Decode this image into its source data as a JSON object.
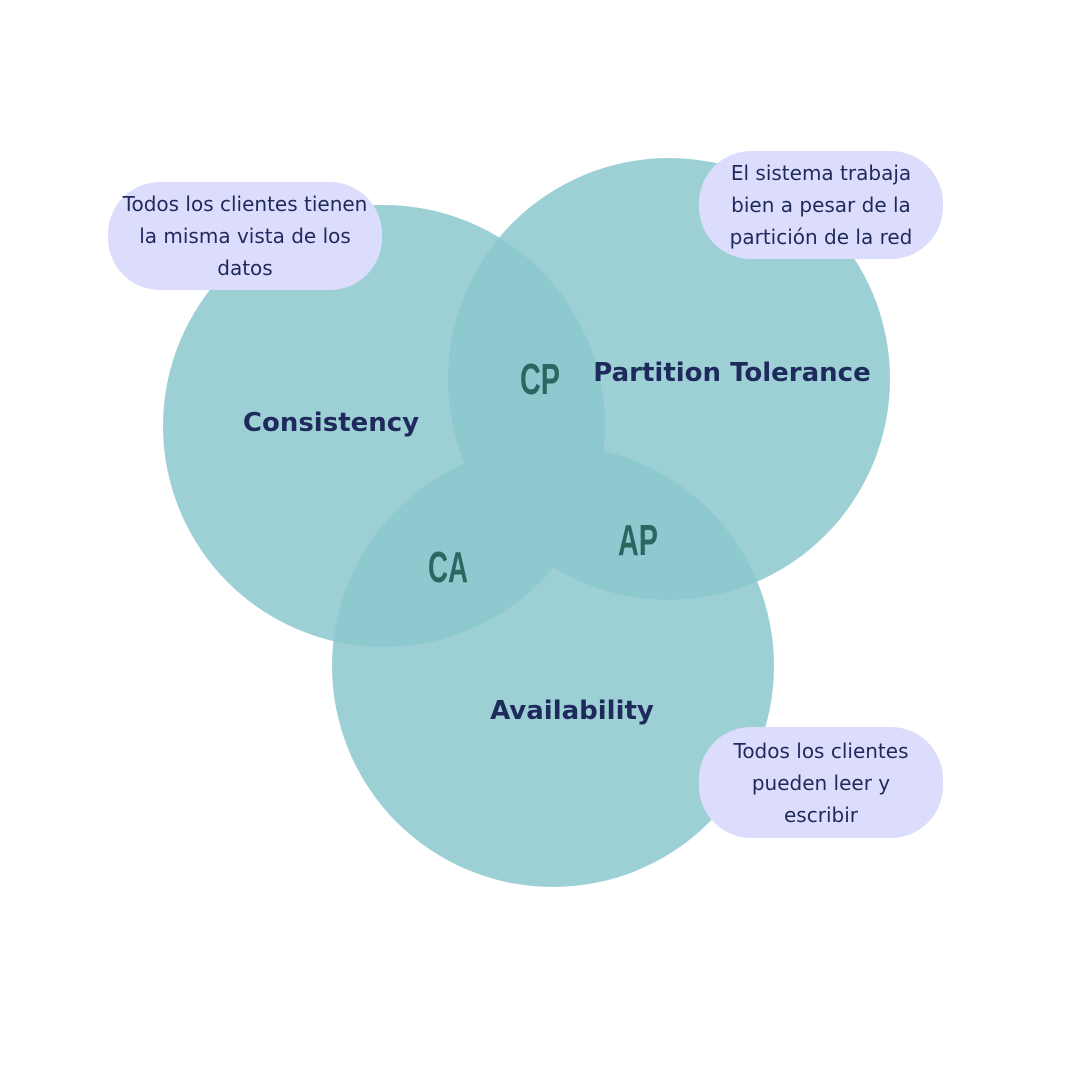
{
  "diagram": {
    "type": "venn",
    "circle_color": "#8cc8ce",
    "callout_color": "#dcdcfd",
    "text_color": "#1f2a5c",
    "pair_color": "#2d6560",
    "sets": {
      "consistency": "Consistency",
      "partition": "Partition Tolerance",
      "availability": "Availability"
    },
    "intersections": {
      "cp": "CP",
      "ca": "CA",
      "ap": "AP"
    },
    "callouts": {
      "consistency": "Todos los clientes tienen la misma vista de los datos",
      "partition": "El sistema trabaja bien a pesar de la partición de la red",
      "availability": "Todos los clientes pueden leer y escribir"
    }
  }
}
